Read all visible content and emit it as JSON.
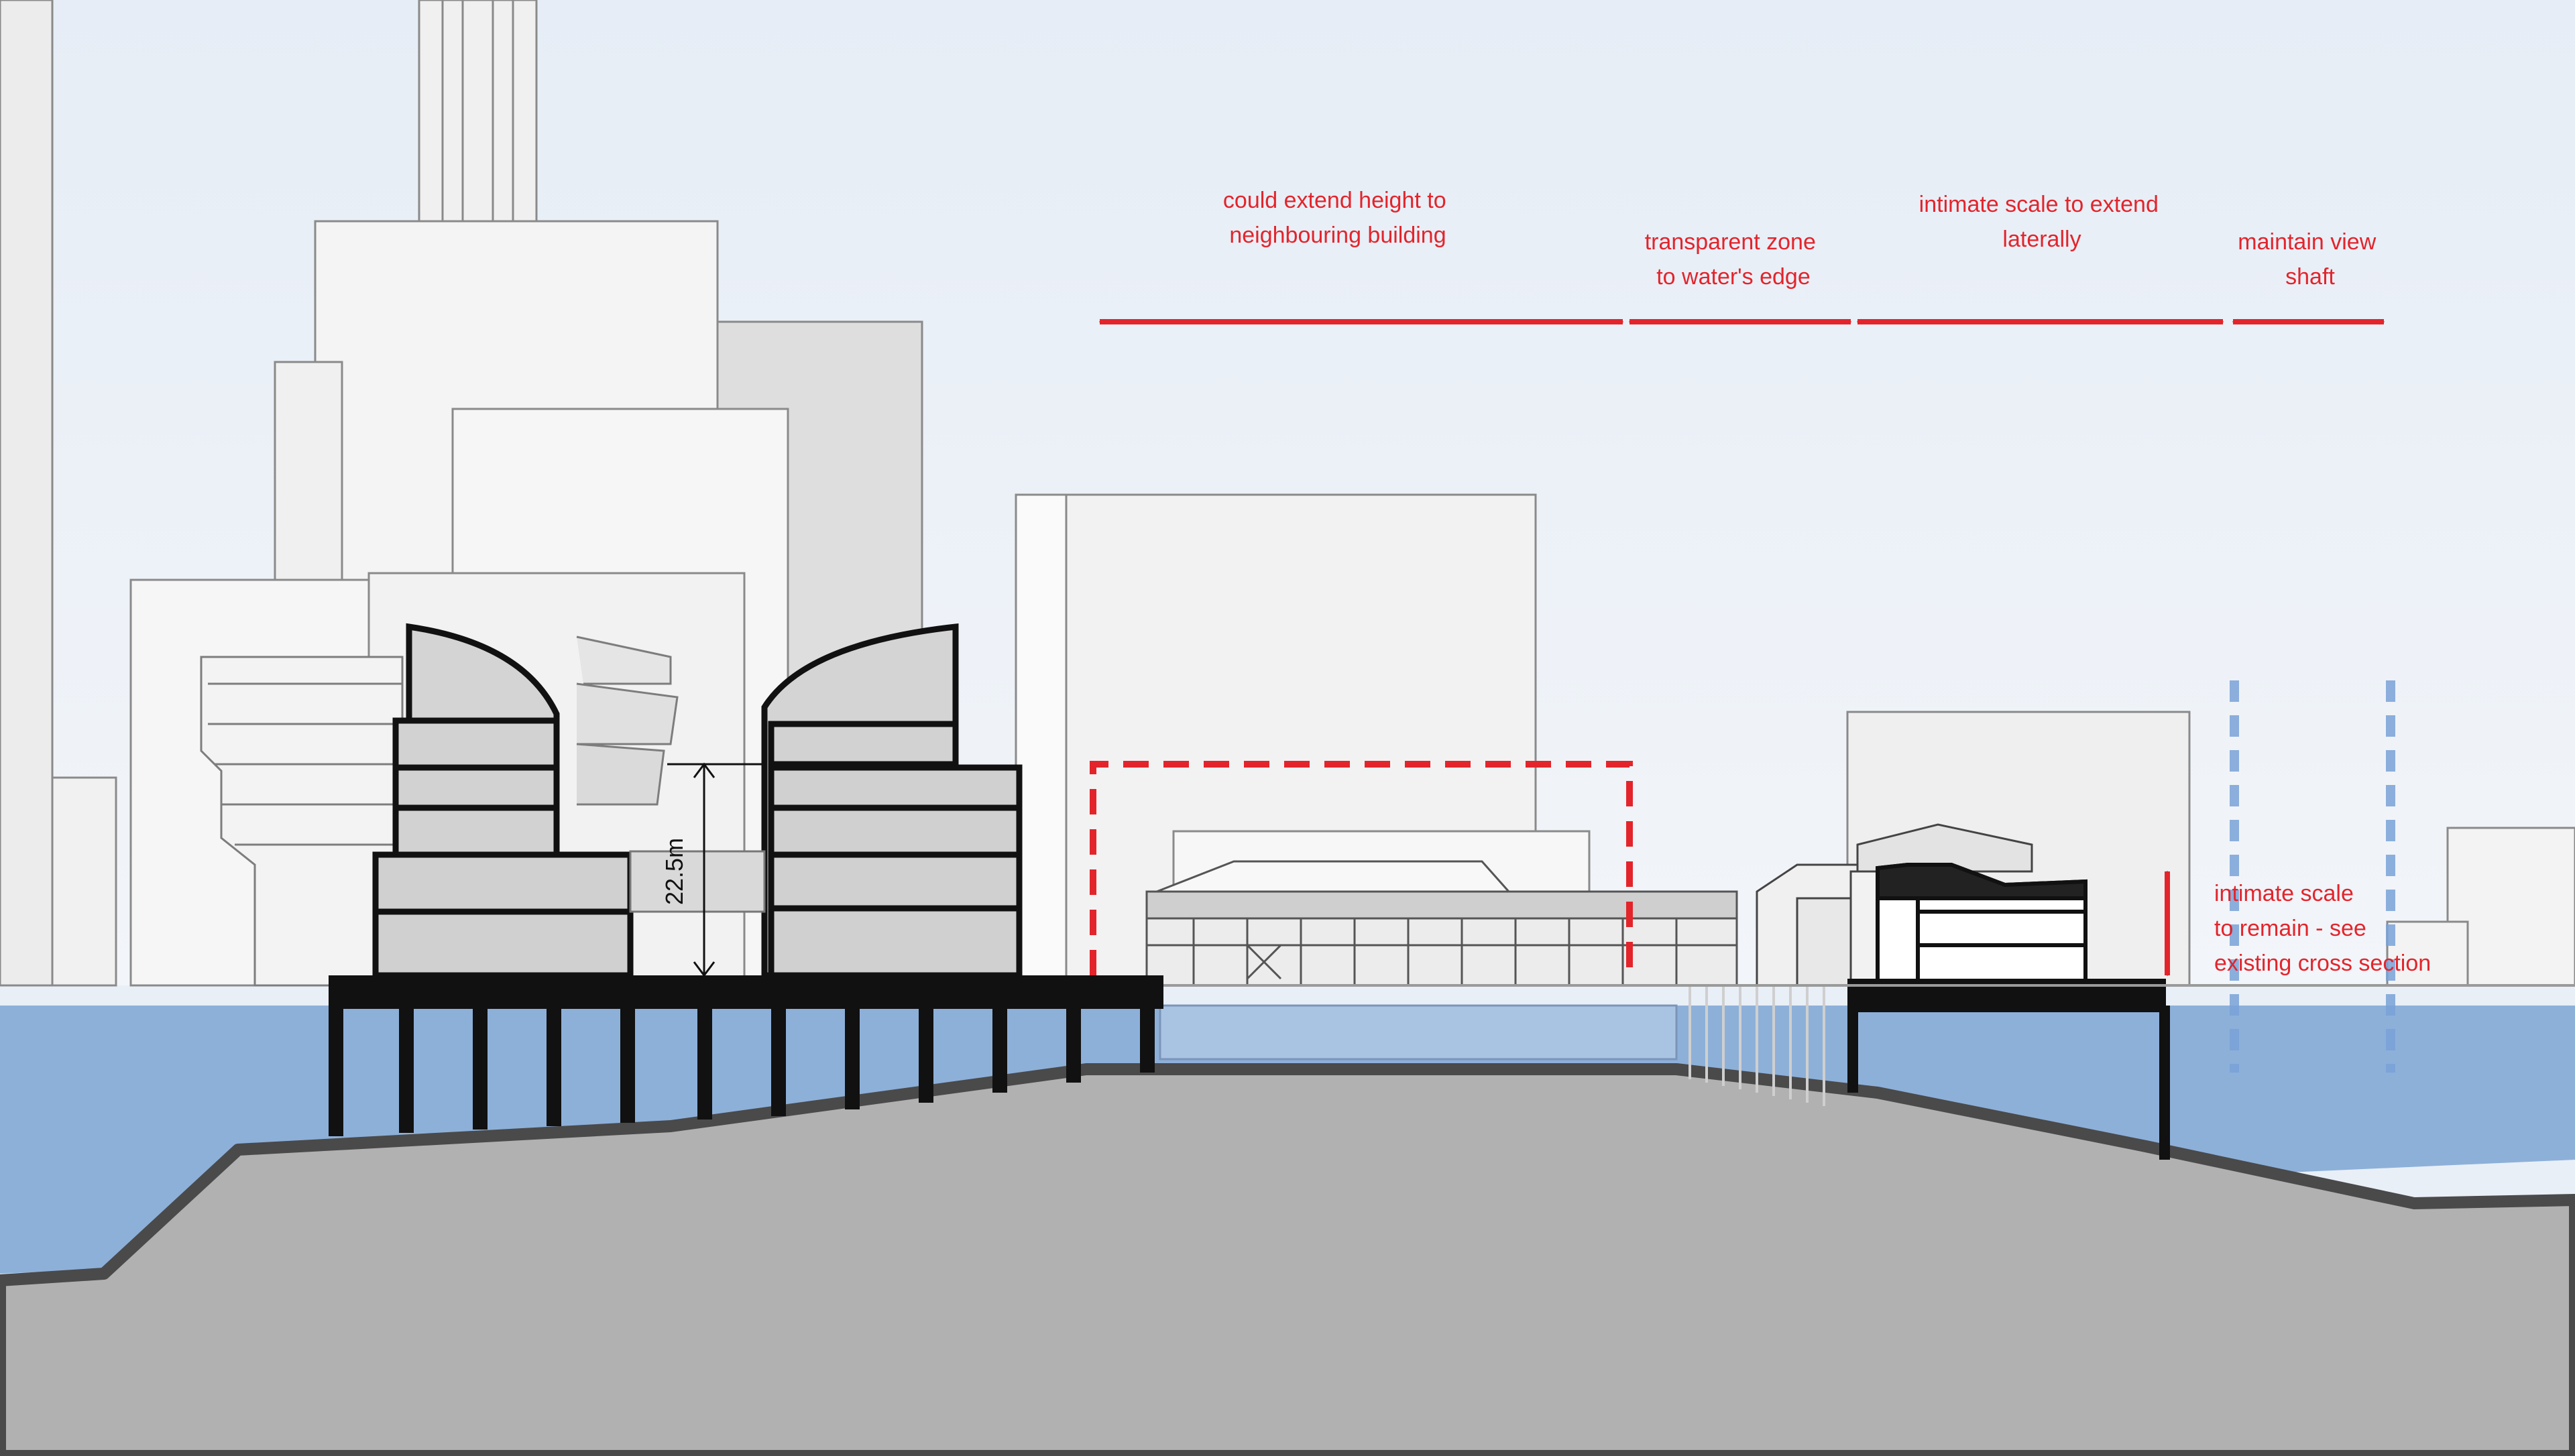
{
  "colors": {
    "sky": "#e9eff7",
    "water": "#8db0d9",
    "ground": "#b1b1b1",
    "annotation": "#e3242b",
    "view_shaft": "#7aa3d8",
    "structure": "#111111"
  },
  "annotations": {
    "extend_height": [
      "could extend height to",
      "neighbouring building"
    ],
    "transparent_zone": [
      "transparent zone",
      "to water's edge"
    ],
    "intimate_lateral": [
      "intimate scale to extend",
      "laterally"
    ],
    "view_shaft": [
      "maintain view",
      "shaft"
    ],
    "intimate_remain": [
      "intimate scale",
      "to remain - see",
      "existing cross section"
    ]
  },
  "dimension": {
    "label": "22.5m"
  }
}
